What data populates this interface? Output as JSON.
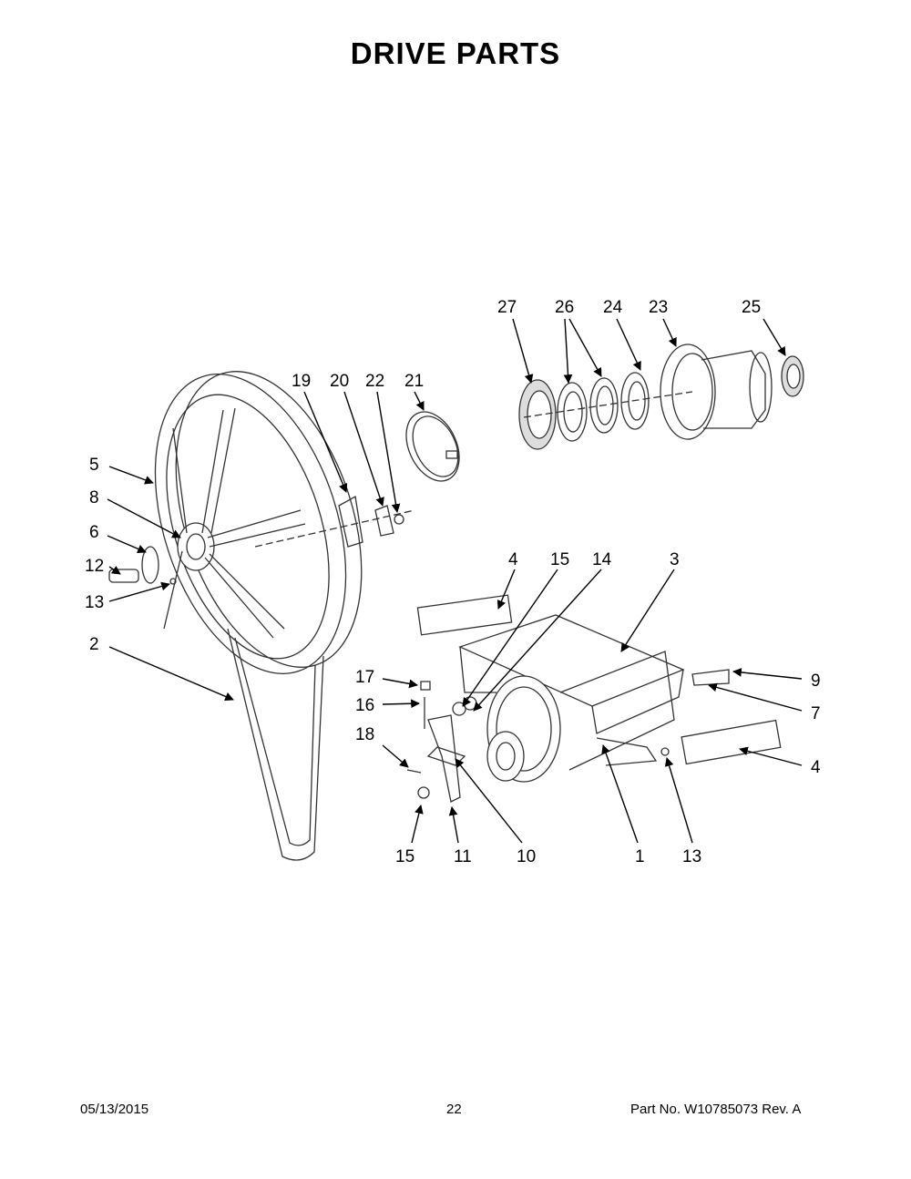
{
  "title": "DRIVE  PARTS",
  "callouts": {
    "c27": "27",
    "c26": "26",
    "c24": "24",
    "c23": "23",
    "c25": "25",
    "c19": "19",
    "c20": "20",
    "c22": "22",
    "c21": "21",
    "c5": "5",
    "c8": "8",
    "c6": "6",
    "c12": "12",
    "c13a": "13",
    "c2": "2",
    "c4a": "4",
    "c15a": "15",
    "c14": "14",
    "c3": "3",
    "c17": "17",
    "c16": "16",
    "c18": "18",
    "c9": "9",
    "c7": "7",
    "c4b": "4",
    "c15b": "15",
    "c11": "11",
    "c10": "10",
    "c1": "1",
    "c13b": "13"
  },
  "footer": {
    "date": "05/13/2015",
    "page": "22",
    "part": "Part No.  W10785073  Rev.  A"
  }
}
